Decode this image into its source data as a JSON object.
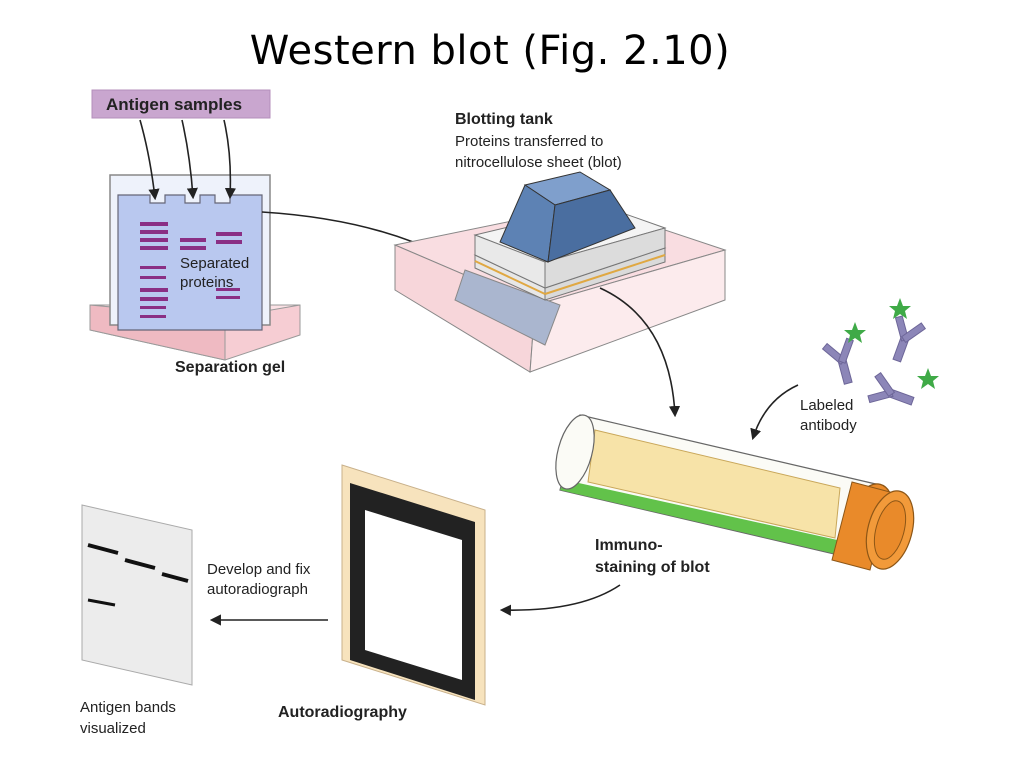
{
  "title": "Western blot (Fig. 2.10)",
  "labels": {
    "antigen_samples": "Antigen samples",
    "blotting_tank": "Blotting tank",
    "blotting_desc_1": "Proteins transferred to",
    "blotting_desc_2": "nitrocellulose sheet (blot)",
    "separated_1": "Separated",
    "separated_2": "proteins",
    "separation_gel": "Separation gel",
    "labeled_1": "Labeled",
    "labeled_2": "antibody",
    "immuno_1": "Immuno-",
    "immuno_2": "staining of blot",
    "develop_1": "Develop and fix",
    "develop_2": "autoradiograph",
    "autoradiography": "Autoradiography",
    "bands_1": "Antigen bands",
    "bands_2": "visualized"
  },
  "colors": {
    "label_box": "#c9a6cf",
    "gel_blue": "#b9c8ef",
    "band_purple": "#8a2f84",
    "tray_pink": "#f6cdd3",
    "tank_blue": "#5d82b4",
    "tube_green": "#62c24a",
    "cap_orange": "#e98a2a",
    "antibody_purple": "#8c86b8",
    "star_green": "#3faa47",
    "film_black": "#222222",
    "film_paper": "#f7e3bd"
  }
}
